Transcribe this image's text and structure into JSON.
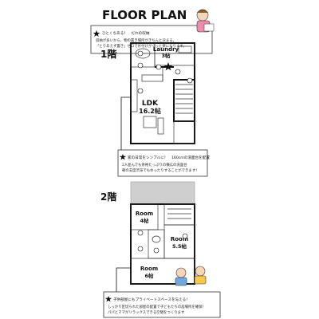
{
  "title": "FLOOR PLAN",
  "floor1": {
    "label": "1階",
    "rooms": [
      {
        "name": "Laundry",
        "size": "3帖"
      },
      {
        "name": "LDK",
        "size": "16.2帖"
      }
    ]
  },
  "floor2": {
    "label": "2階",
    "rooms": [
      {
        "name": "Room",
        "size": "4帖"
      },
      {
        "name": "Room",
        "size": "5.5帖"
      },
      {
        "name": "Room",
        "size": "6帖"
      }
    ]
  },
  "notes": [
    {
      "heading": "ひとくちある！　だれの収納",
      "lines": [
        "収納が多いから、物の置き場所がきちんと決まる。",
        "「とりあえず置き」ゼロで片付けがぐっと楽になります。"
      ]
    },
    {
      "heading": "家の日常をシンプルに！　160cmの洗面台を配置",
      "lines": [
        "2人並んでも余裕たっぷりの横広の洗面台",
        "朝の支度渋滞でもゆったりすることができます！"
      ]
    },
    {
      "heading": "子供部屋にもプライベートスペースを与える！",
      "lines": [
        "しっかり区切られた部屋の配置で子どもたちの居場所を確保！",
        "パパとママがリラックスできる空間をつくります"
      ]
    }
  ],
  "icons": [
    "star-icon",
    "numbered-marker-icon",
    "character-illustration"
  ]
}
